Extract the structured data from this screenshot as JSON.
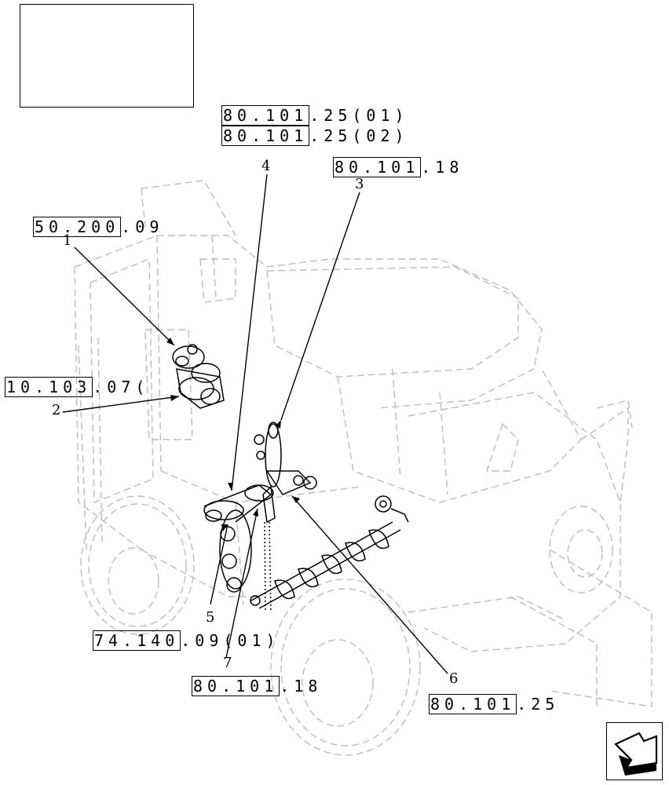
{
  "diagram": {
    "references": [
      {
        "boxed": "80.101",
        "rest": ".25(01)"
      },
      {
        "boxed": "80.101",
        "rest": ".25(02)"
      },
      {
        "boxed": "80.101",
        "rest": ".18"
      },
      {
        "boxed": "50.200",
        "rest": ".09"
      },
      {
        "boxed": "10.103",
        "rest": ".07("
      },
      {
        "boxed": "74.140",
        "rest": ".09(01)"
      },
      {
        "boxed": "80.101",
        "rest": ".18"
      },
      {
        "boxed": "80.101",
        "rest": ".25"
      }
    ],
    "callouts": [
      "1",
      "2",
      "3",
      "4",
      "5",
      "6",
      "7"
    ]
  },
  "navigation": {
    "icon": "next-page-arrow-icon"
  }
}
